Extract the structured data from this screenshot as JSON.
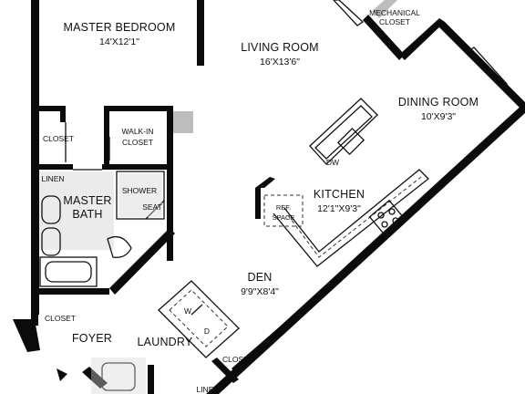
{
  "rooms": {
    "master_bedroom": {
      "name": "MASTER BEDROOM",
      "dims": "14'X12'1\""
    },
    "living_room": {
      "name": "LIVING ROOM",
      "dims": "16'X13'6\""
    },
    "mechanical_closet": {
      "line1": "MECHANICAL",
      "line2": "CLOSET"
    },
    "dining_room": {
      "name": "DINING ROOM",
      "dims": "10'X9'3\""
    },
    "closet_bedroom": {
      "name": "CLOSET"
    },
    "walk_in_closet": {
      "line1": "WALK-IN",
      "line2": "CLOSET"
    },
    "linen_top": {
      "name": "LINEN"
    },
    "master_bath": {
      "line1": "MASTER",
      "line2": "BATH"
    },
    "shower": {
      "name": "SHOWER"
    },
    "seat": {
      "name": "SEAT"
    },
    "kitchen": {
      "name": "KITCHEN",
      "dims": "12'1\"X9'3\""
    },
    "ref_space": {
      "line1": "REF.",
      "line2": "SPACE"
    },
    "dishwasher": {
      "name": "DW"
    },
    "den": {
      "name": "DEN",
      "dims": "9'9\"X8'4\""
    },
    "closet_foyer": {
      "name": "CLOSET"
    },
    "foyer": {
      "name": "FOYER"
    },
    "laundry": {
      "name": "LAUNDRY"
    },
    "washer": {
      "name": "W"
    },
    "dryer": {
      "name": "D"
    },
    "closet_laundry": {
      "name": "CLOSET"
    },
    "linen_bottom": {
      "name": "LINEN"
    }
  }
}
